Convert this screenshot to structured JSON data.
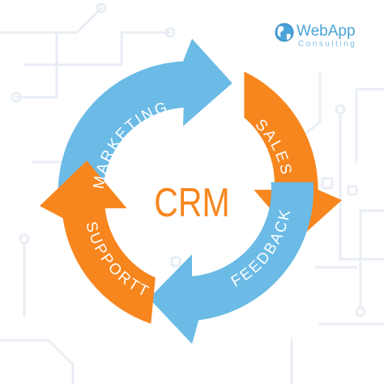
{
  "brand": {
    "name": "WebApp",
    "tagline": "Consulting",
    "logo_icon": "globe-icon"
  },
  "diagram": {
    "center_label": "CRM",
    "segments": [
      {
        "id": "marketing",
        "label": "MARKETING",
        "color": "#6bbbe6"
      },
      {
        "id": "sales",
        "label": "SALES",
        "color": "#f7861e"
      },
      {
        "id": "feedback",
        "label": "FEEDBACK",
        "color": "#6bbbe6"
      },
      {
        "id": "support",
        "label": "SUPPORTT",
        "color": "#f7861e"
      }
    ]
  },
  "colors": {
    "blue": "#6bbbe6",
    "orange": "#f7861e",
    "brand_text": "#4aa3d8",
    "circuit": "#e8eef4"
  }
}
